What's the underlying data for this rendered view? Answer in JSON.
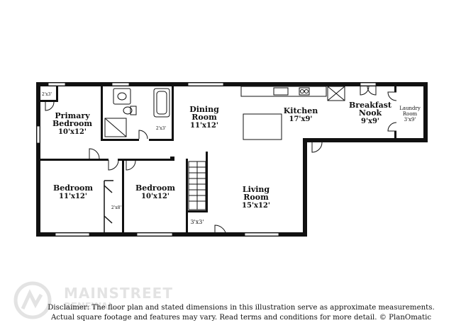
{
  "rooms": {
    "primary_bedroom": {
      "name_line1": "Primary",
      "name_line2": "Bedroom",
      "dim": "10'x12'"
    },
    "dining_room": {
      "name_line1": "Dining",
      "name_line2": "Room",
      "dim": "11'x12'"
    },
    "kitchen": {
      "name": "Kitchen",
      "dim": "17'x9'"
    },
    "breakfast_nook": {
      "name_line1": "Breakfast",
      "name_line2": "Nook",
      "dim": "9'x9'"
    },
    "laundry_room": {
      "name_line1": "Laundry",
      "name_line2": "Room",
      "dim": "3'x9'"
    },
    "bedroom_left": {
      "name": "Bedroom",
      "dim": "11'x12'"
    },
    "bedroom_mid": {
      "name": "Bedroom",
      "dim": "10'x12'"
    },
    "living_room": {
      "name_line1": "Living",
      "name_line2": "Room",
      "dim": "15'x12'"
    }
  },
  "closets": {
    "primary_closet": "2'x3'",
    "hall_closet": "2'x3'",
    "bedroom_closet": "2'x8'",
    "stair_closet": "3'x3'"
  },
  "disclaimer": {
    "line1": "Disclaimer: The floor plan and stated dimensions in this illustration serve as approximate measurements.",
    "line2": "Actual square footage and features may vary. Read terms and conditions for more detail. © PlanOmatic"
  },
  "watermark": {
    "brand": "MAINSTREET",
    "sub": "RENEWAL"
  }
}
